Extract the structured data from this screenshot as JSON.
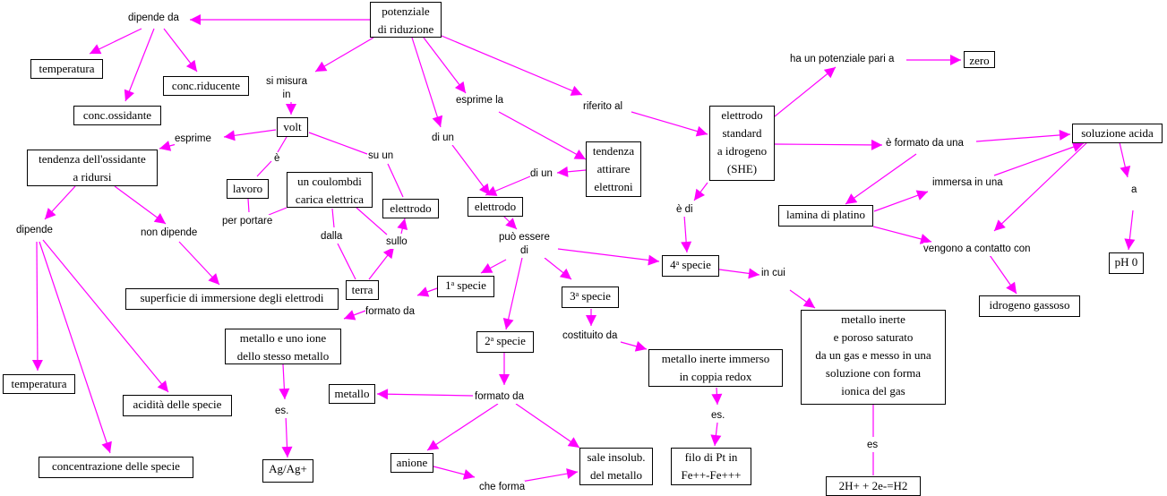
{
  "title": "potenziale di riduzione - mappa concettuale",
  "colors": {
    "link": "#ff00ff",
    "border": "#000000",
    "text": "#000000",
    "background": "#ffffff"
  },
  "nodes": {
    "potenziale": "potenziale\ndi riduzione",
    "temperatura1": "temperatura",
    "conc_riducente": "conc.riducente",
    "conc_ossidante": "conc.ossidante",
    "volt": "volt",
    "tendenza_ossidante": "tendenza dell'ossidante\na ridursi",
    "lavoro": "lavoro",
    "coulomb": "un coulombdi\ncarica elettrica",
    "elettrodo1": "elettrodo",
    "terra": "terra",
    "superficie": "superficie di immersione degli elettrodi",
    "temperatura2": "temperatura",
    "acidita": "acidità delle specie",
    "concentrazione": "concentrazione delle specie",
    "tendenza_attirare": "tendenza\nattirare\nelettroni",
    "elettrodo2": "elettrodo",
    "specie1": "1ª specie",
    "specie2": "2ª specie",
    "specie3": "3ª specie",
    "specie4": "4ª specie",
    "metallo_ione": "metallo e uno ione\ndello stesso metallo",
    "ag": "Ag/Ag+",
    "metallo": "metallo",
    "anione": "anione",
    "sale": "sale insolub.\ndel metallo",
    "metallo_redox": "metallo inerte immerso\nin coppia redox",
    "filo_pt": "filo di Pt in\nFe++-Fe+++",
    "metallo_poroso": "metallo inerte\ne poroso saturato\nda un gas e messo in una\nsoluzione con forma\nionica del gas",
    "reazione": "2H+ + 2e-=H2",
    "she": "elettrodo\nstandard\na idrogeno\n(SHE)",
    "zero": "zero",
    "soluzione_acida": "soluzione acida",
    "lamina": "lamina di platino",
    "idrogeno": "idrogeno gassoso",
    "ph": "pH 0"
  },
  "labels": {
    "dipende_da": "dipende da",
    "si_misura_in": "si misura\nin",
    "esprime": "esprime",
    "e_verb": "è",
    "su_un": "su un",
    "per_portare": "per portare",
    "dalla": "dalla",
    "sullo": "sullo",
    "dipende": "dipende",
    "non_dipende": "non dipende",
    "di_un1": "di un",
    "esprime_la": "esprime la",
    "di_un2": "di un",
    "riferito_al": "riferito al",
    "puo_essere_di": "può essere\ndi",
    "formato_da1": "formato da",
    "es1": "es.",
    "formato_da2": "formato da",
    "che_forma": "che forma",
    "costituito_da": "costituito da",
    "es2": "es.",
    "in_cui": "in cui",
    "es3": "es",
    "e_di": "è di",
    "ha_un_potenziale": "ha un potenziale pari a",
    "e_formato_da_una": "è formato da una",
    "immersa_in_una": "immersa in una",
    "vengono_a_contatto": "vengono a contatto con",
    "a": "a"
  }
}
